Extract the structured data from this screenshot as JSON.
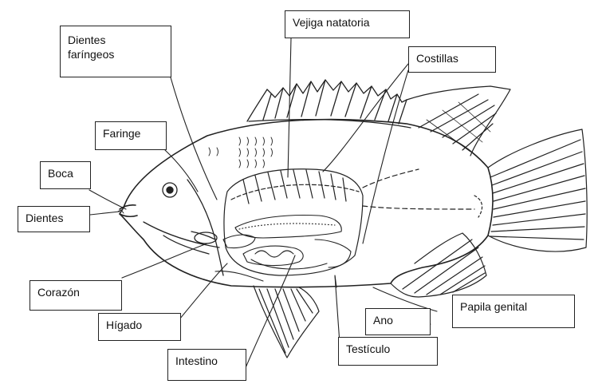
{
  "labels": {
    "dientes_faringeos": "Dientes\nfaríngeos",
    "vejiga_natatoria": "Vejiga natatoria",
    "costillas": "Costillas",
    "faringe": "Faringe",
    "boca": "Boca",
    "dientes": "Dientes",
    "corazon": "Corazón",
    "higado": "Hígado",
    "intestino": "Intestino",
    "papila_genital": "Papila genital",
    "ano": "Ano",
    "testiculo": "Testículo"
  },
  "colors": {
    "line": "#222222",
    "background": "#ffffff",
    "label_border": "#222222"
  }
}
